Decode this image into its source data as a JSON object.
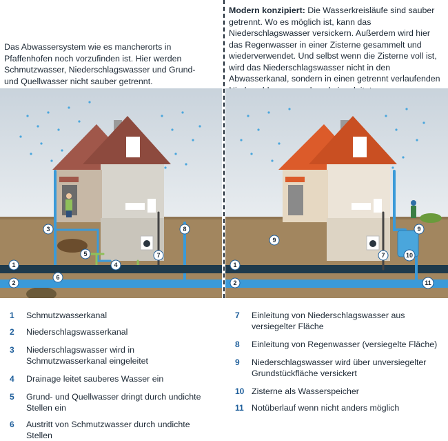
{
  "intro_left": "Das Abwassersystem wie es mancherorts in Pfaffenhofen noch vorzufinden ist. Hier werden Schmutzwasser, Niederschlagswasser und Grund- und Quellwasser nicht sauber getrennt.",
  "intro_right_bold": "Modern konzipiert:",
  "intro_right_text": " Die Wasserkreisläufe sind sauber getrennt. Wo es möglich ist, kann das Niederschlagswasser versickern. Außerdem wird hier das Regenwasser in einer Zisterne gesammelt und wiederverwendet. Und selbst wenn die Zisterne voll ist, wird das Niederschlagswasser nicht in den Abwasserkanal, sondern in einen getrennt verlaufenden Niederschlagswasserkanal eingeleitet.",
  "colors": {
    "accent": "#1f5f9b",
    "water": "#3a9ad9",
    "sewer": "#1e3a4c",
    "soil": "#a2865f",
    "roof_old": "#a0574a",
    "roof_new": "#dc5b2a",
    "green_drain": "#8fc05a"
  },
  "markers": {
    "m1": "1",
    "m2": "2",
    "m3": "3",
    "m4": "4",
    "m5": "5",
    "m6": "6",
    "m7": "7",
    "m8": "8",
    "r1": "1",
    "r2": "2",
    "r7": "7",
    "r9a": "9",
    "r9b": "9",
    "r10": "10",
    "r11": "11"
  },
  "legend_left": [
    {
      "num": "1",
      "text": "Schmutzwasserkanal"
    },
    {
      "num": "2",
      "text": "Niederschlagswasserkanal"
    },
    {
      "num": "3",
      "text": "Niederschlagswasser wird in Schmutzwasserkanal eingeleitet"
    },
    {
      "num": "4",
      "text": "Drainage leitet sauberes Wasser ein"
    },
    {
      "num": "5",
      "text": "Grund- und Quellwasser dringt durch undichte Stellen ein"
    },
    {
      "num": "6",
      "text": "Austritt von Schmutzwasser durch undichte Stellen"
    }
  ],
  "legend_right": [
    {
      "num": "7",
      "text": "Einleitung von Niederschlagswasser aus versiegelter Fläche"
    },
    {
      "num": "8",
      "text": "Einleitung von Regenwasser (versiegelte Fläche)"
    },
    {
      "num": "9",
      "text": "Niederschlagswasser wird über unversiegelter Grundstückfläche versickert"
    },
    {
      "num": "10",
      "text": "Zisterne als Wasserspeicher"
    },
    {
      "num": "11",
      "text": "Notüberlauf wenn nicht anders möglich"
    }
  ]
}
